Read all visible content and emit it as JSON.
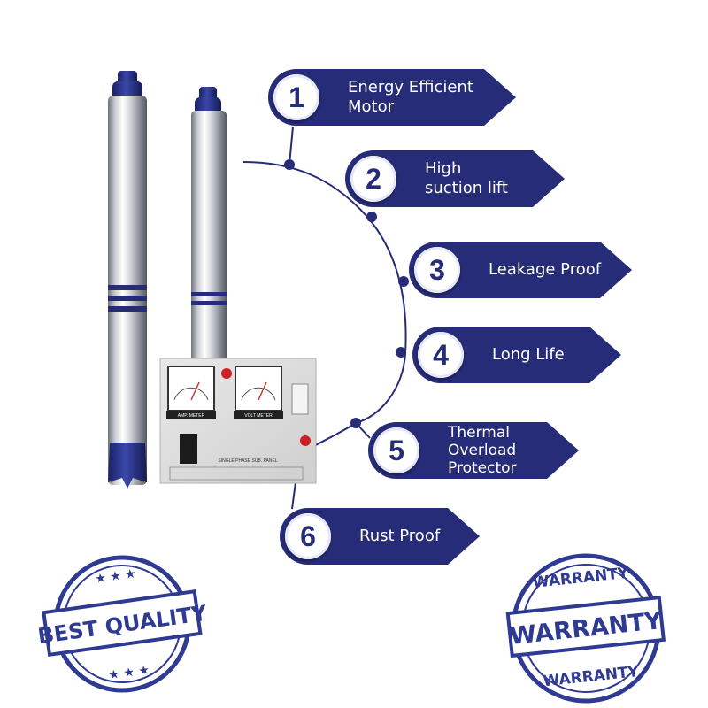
{
  "features": [
    {
      "number": "1",
      "label": "Energy Efficient\nMotor"
    },
    {
      "number": "2",
      "label": "High\nsuction lift"
    },
    {
      "number": "3",
      "label": "Leakage Proof"
    },
    {
      "number": "4",
      "label": "Long Life"
    },
    {
      "number": "5",
      "label": "Thermal\nOverload\nProtector"
    },
    {
      "number": "6",
      "label": "Rust Proof"
    }
  ],
  "panel": {
    "amp_meter_label": "AMP. METER",
    "volt_meter_label": "VOLT METER",
    "panel_title": "SINGLE PHASE SUB. PANEL"
  },
  "stamps": {
    "best_quality": "BEST QUALITY",
    "warranty": "WARRANTY"
  },
  "colors": {
    "navy": "#262c78",
    "stamp_blue": "#2f3a92"
  }
}
